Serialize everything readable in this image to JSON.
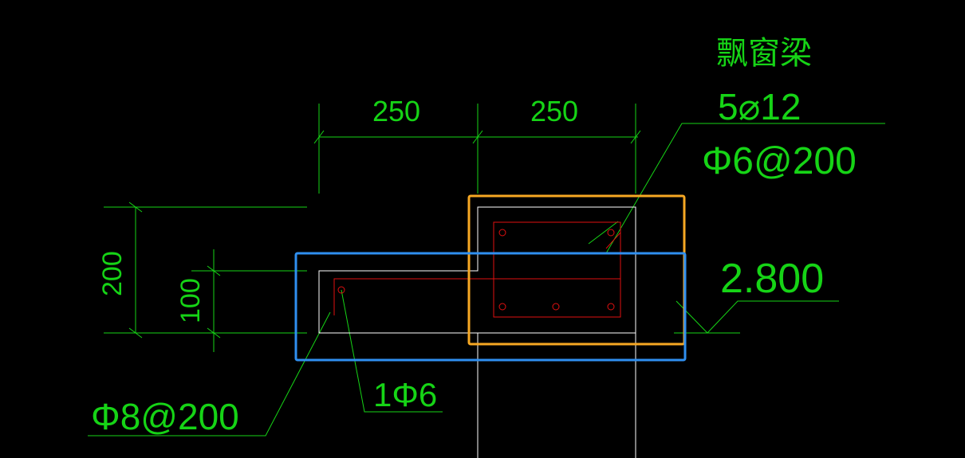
{
  "colors": {
    "background": "#000000",
    "dimension": "#16d416",
    "outline": "#ffffff",
    "rebar": "#e01010",
    "highlight_orange": "#f7a823",
    "highlight_blue": "#2f8ff0"
  },
  "labels": {
    "beam_title": "飘窗梁",
    "top_bars": "5⌀12",
    "stirrup_main": "Φ6@200",
    "elevation": "2.800",
    "slab_bar": "1Φ6",
    "slab_stirrup": "Φ8@200"
  },
  "dimensions": {
    "width_left": "250",
    "width_right": "250",
    "height_total": "200",
    "height_slab": "100"
  },
  "icons": {
    "elevation_marker": "elevation-triangle-icon"
  }
}
